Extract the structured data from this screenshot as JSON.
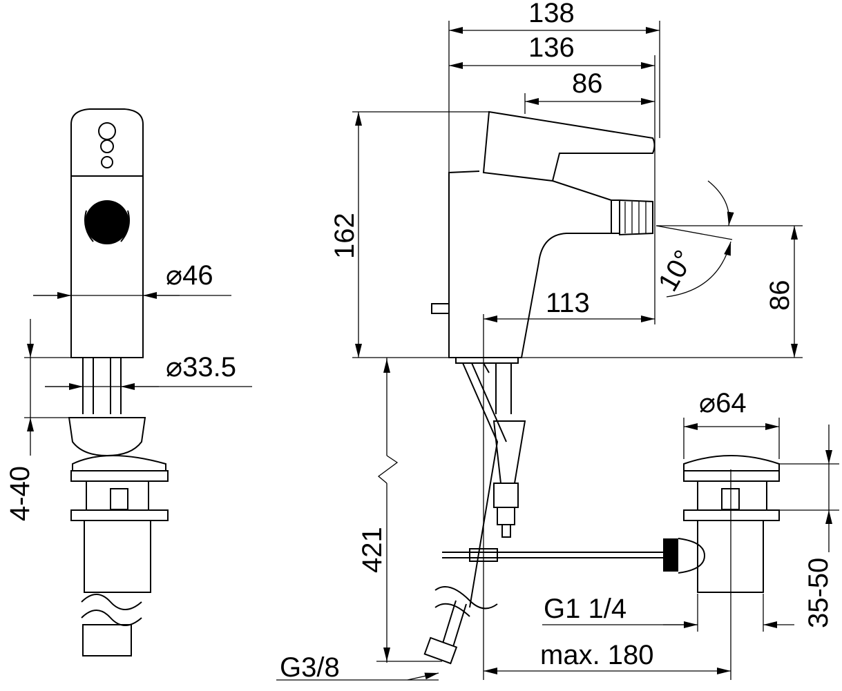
{
  "drawing": {
    "dimensions": {
      "width_total": "138",
      "width_136": "136",
      "lever_86": "86",
      "height_162": "162",
      "angle": "10°",
      "height_86": "86",
      "spout_113": "113",
      "dia_46": "⌀46",
      "dia_33_5": "⌀33.5",
      "thickness": "4-40",
      "dia_64": "⌀64",
      "hose_421": "421",
      "thread_waste": "G1 1/4",
      "waste_35_50": "35-50",
      "thread_supply": "G3/8",
      "max_180": "max. 180"
    }
  }
}
